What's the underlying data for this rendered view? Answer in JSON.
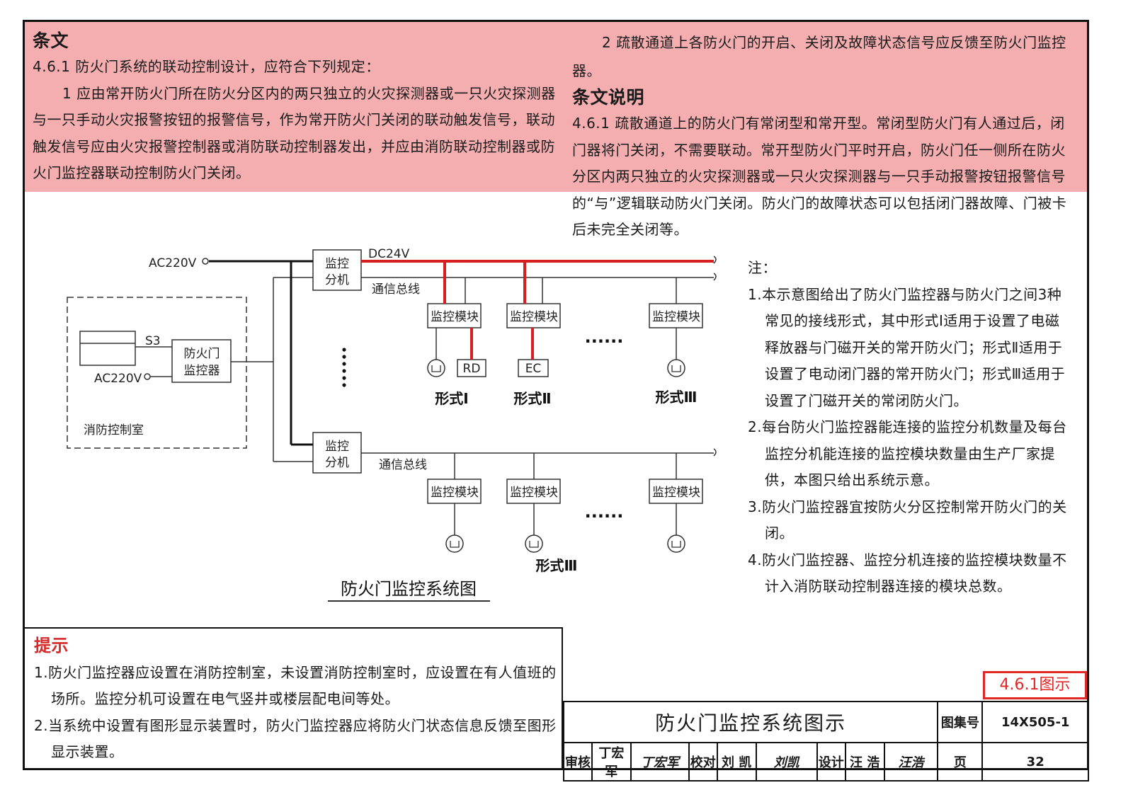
{
  "clause": {
    "heading": "条文",
    "lines": [
      "4.6.1 防火门系统的联动控制设计，应符合下列规定：",
      "1 应由常开防火门所在防火分区内的两只独立的火灾探测器或一只火灾探测器与一只手动火灾报警按钮的报警信号，作为常开防火门关闭的联动触发信号，联动触发信号应由火灾报警控制器或消防联动控制器发出，并应由消防联动控制器或防火门监控器联动控制防火门关闭。",
      "2 疏散通道上各防火门的开启、关闭及故障状态信号应反馈至防火门监控器。"
    ]
  },
  "explanation": {
    "heading": "条文说明",
    "text": "4.6.1 疏散通道上的防火门有常闭型和常开型。常闭型防火门有人通过后，闭门器将门关闭，不需要联动。常开型防火门平时开启，防火门任一侧所在防火分区内两只独立的火灾探测器或一只火灾探测器与一只手动报警按钮报警信号的“与”逻辑联动防火门关闭。防火门的故障状态可以包括闭门器故障、门被卡后未完全关闭等。"
  },
  "diagram": {
    "title": "防火门监控系统图",
    "ac_top": "AC220V",
    "ac_room": "AC220V",
    "dc_label": "DC24V",
    "bus_label_1": "通信总线",
    "bus_label_2": "通信总线",
    "sub1": [
      "监控",
      "分机"
    ],
    "sub2": [
      "监控",
      "分机"
    ],
    "monitor": [
      "防火门",
      "监控器"
    ],
    "switch_label": "S3",
    "room_label": "消防控制室",
    "module_label": "监控模块",
    "rd_label": "RD",
    "ec_label": "EC",
    "form1": "形式Ⅰ",
    "form2": "形式Ⅱ",
    "form3": "形式Ⅲ",
    "form3_lower": "形式Ⅲ",
    "dots": "······",
    "vdots": "⋮",
    "colors": {
      "power_line": "#d42020",
      "line": "#333333"
    }
  },
  "notes": {
    "title": "注：",
    "items": [
      "1.本示意图给出了防火门监控器与防火门之间3种常见的接线形式，其中形式Ⅰ适用于设置了电磁释放器与门磁开关的常开防火门；形式Ⅱ适用于设置了电动闭门器的常开防火门；形式Ⅲ适用于设置了门磁开关的常闭防火门。",
      "2.每台防火门监控器能连接的监控分机数量及每台监控分机能连接的监控模块数量由生产厂家提供，本图只给出系统示意。",
      "3.防火门监控器宜按防火分区控制常开防火门的关闭。",
      "4.防火门监控器、监控分机连接的监控模块数量不计入消防联动控制器连接的模块总数。"
    ]
  },
  "tips": {
    "title": "提示",
    "items": [
      "1.防火门监控器应设置在消防控制室，未设置消防控制室时，应设置在有人值班的场所。监控分机可设置在电气竖井或楼层配电间等处。",
      "2.当系统中设置有图形显示装置时，防火门监控器应将防火门状态信息反馈至图形显示装置。"
    ]
  },
  "badge": "4.6.1图示",
  "title_block": {
    "title": "防火门监控系统图示",
    "atlas_label": "图集号",
    "atlas_no": "14X505-1",
    "review_label": "审核",
    "reviewer": "丁宏军",
    "review_sign": "丁宏军",
    "check_label": "校对",
    "checker": "刘 凯",
    "check_sign": "刘凯",
    "design_label": "设计",
    "designer": "汪 浩",
    "design_sign": "汪浩",
    "page_label": "页",
    "page_no": "32"
  }
}
